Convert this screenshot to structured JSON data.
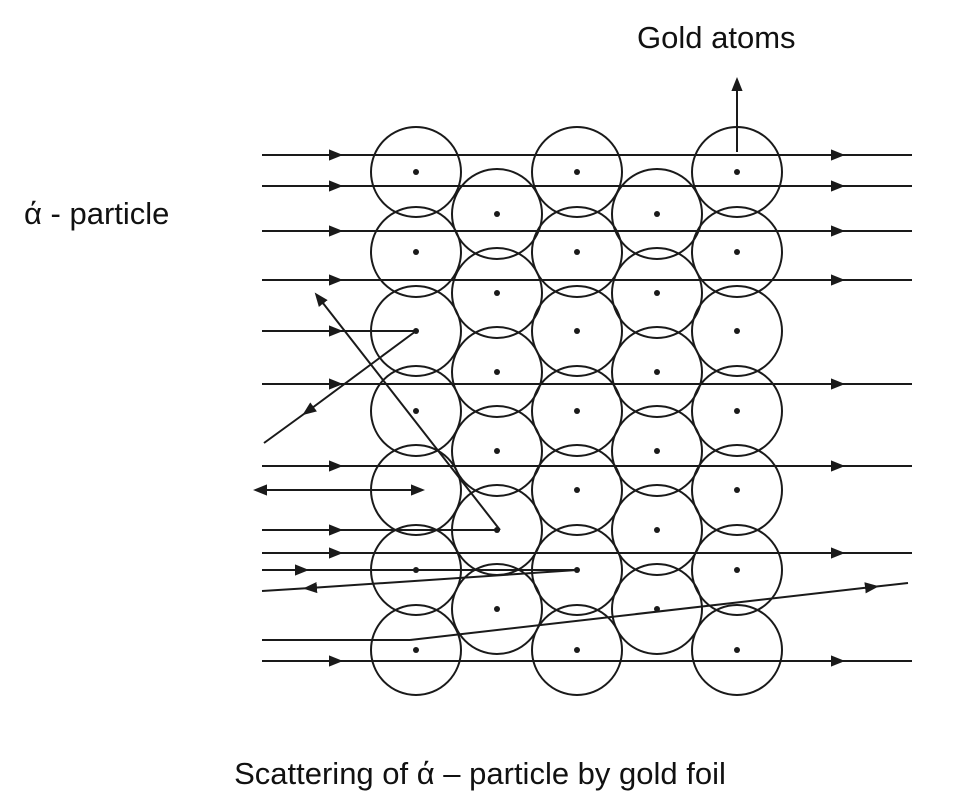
{
  "labels": {
    "gold_atoms": "Gold atoms",
    "alpha_particle": "ά - particle",
    "caption": "Scattering of ά – particle by gold foil"
  },
  "colors": {
    "ink": "#1a1a1a",
    "background": "#ffffff"
  }
}
